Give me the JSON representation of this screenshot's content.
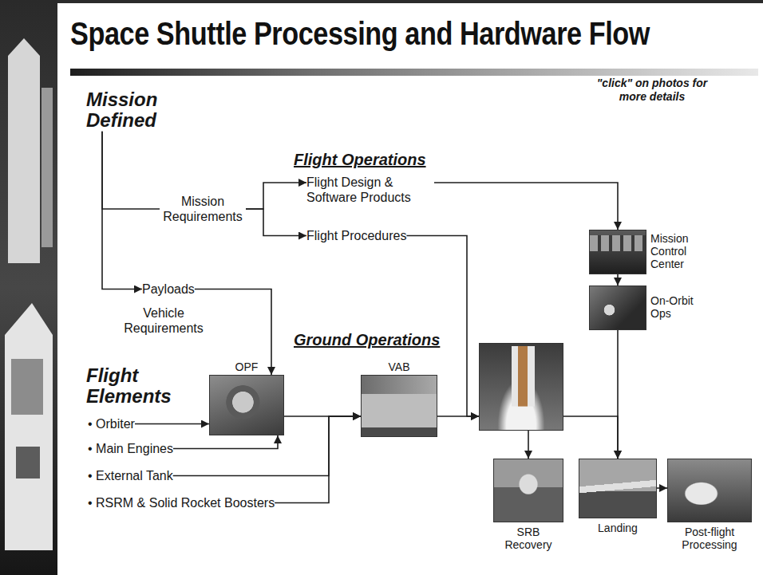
{
  "diagram": {
    "title": "Space Shuttle Processing and Hardware Flow",
    "nodes": [
      {
        "text": [
          "Mission Defined"
        ]
      },
      {
        "text": [
          "Mission Requirements"
        ]
      },
      {
        "text": [
          "Flight Design & Software Products"
        ]
      },
      {
        "text": [
          "Flight Procedures"
        ]
      },
      {
        "text": [
          "Mission Control Center"
        ]
      },
      {
        "text": [
          "On-Orbit Ops"
        ]
      },
      {
        "text": [
          "Payloads"
        ]
      },
      {
        "text": [
          "OPF"
        ]
      },
      {
        "text": [
          "VAB"
        ]
      },
      {
        "text": []
      },
      {
        "text": [
          "• Orbiter"
        ]
      },
      {
        "text": [
          "• Main Engines"
        ]
      },
      {
        "text": [
          "• External Tank"
        ]
      },
      {
        "text": [
          "• RSRM & Solid Rocket Boosters"
        ]
      },
      {
        "text": [
          "SRB Recovery"
        ]
      },
      {
        "text": [
          "Landing"
        ]
      },
      {
        "text": [
          "Post-flight Processing"
        ]
      }
    ],
    "edges": [
      {
        "from": 0,
        "to": 1,
        "arrow": "none"
      },
      {
        "from": 1,
        "to": 2,
        "arrow": "to"
      },
      {
        "from": 1,
        "to": 3,
        "arrow": "to"
      },
      {
        "from": 0,
        "to": 6,
        "arrow": "to"
      },
      {
        "from": 2,
        "to": 4,
        "arrow": "to"
      },
      {
        "from": 4,
        "to": 5,
        "arrow": "to"
      },
      {
        "from": 3,
        "to": 9,
        "arrow": "to"
      },
      {
        "from": 6,
        "to": 7,
        "arrow": "to"
      },
      {
        "from": 10,
        "to": 7,
        "arrow": "to"
      },
      {
        "from": 11,
        "to": 7,
        "arrow": "to"
      },
      {
        "from": 7,
        "to": 8,
        "arrow": "to"
      },
      {
        "from": 12,
        "to": 8,
        "arrow": "to"
      },
      {
        "from": 13,
        "to": 8,
        "arrow": "to"
      },
      {
        "from": 8,
        "to": 9,
        "arrow": "to"
      },
      {
        "from": 9,
        "to": 14,
        "arrow": "to"
      },
      {
        "from": 9,
        "to": 15,
        "arrow": "to"
      },
      {
        "from": 5,
        "to": 15,
        "arrow": "to"
      },
      {
        "from": 15,
        "to": 16,
        "arrow": "to"
      }
    ],
    "labels": [
      "Flight Operations",
      "\"click\" on photos for more details",
      "Vehicle Requirements",
      "Ground Operations",
      "Flight Elements"
    ]
  }
}
